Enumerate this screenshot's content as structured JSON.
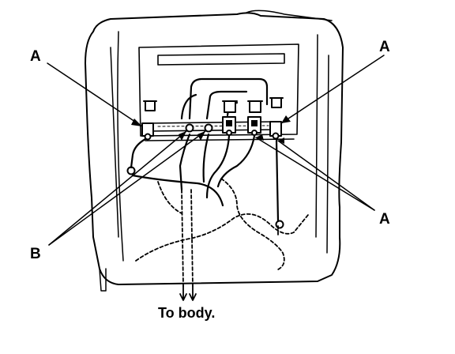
{
  "callouts": {
    "a_top_left": "A",
    "a_top_right": "A",
    "a_bottom_right": "A",
    "b_left": "B"
  },
  "caption": "To body."
}
